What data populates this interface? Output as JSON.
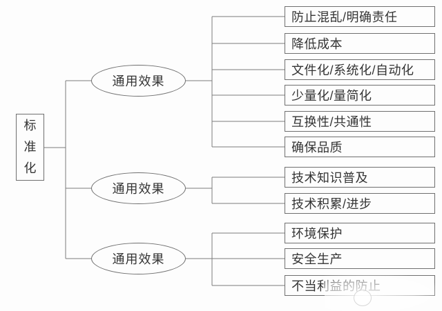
{
  "diagram": {
    "type": "tree",
    "orientation": "left-to-right"
  },
  "root": {
    "label": "标准化"
  },
  "groups": [
    {
      "label": "通用效果",
      "items": [
        "防止混乱/明确责任",
        "降低成本",
        "文件化/系统化/自动化",
        "少量化/量简化",
        "互换性/共通性",
        "确保品质"
      ]
    },
    {
      "label": "通用效果",
      "items": [
        "技术知识普及",
        "技术积累/进步"
      ]
    },
    {
      "label": "通用效果",
      "items": [
        "环境保护",
        "安全生产",
        "不当利益的防止"
      ]
    }
  ],
  "colors": {
    "background": "#fdfdfd",
    "line": "#7b7b7b",
    "border": "#6e6e6e",
    "text": "#333333"
  }
}
